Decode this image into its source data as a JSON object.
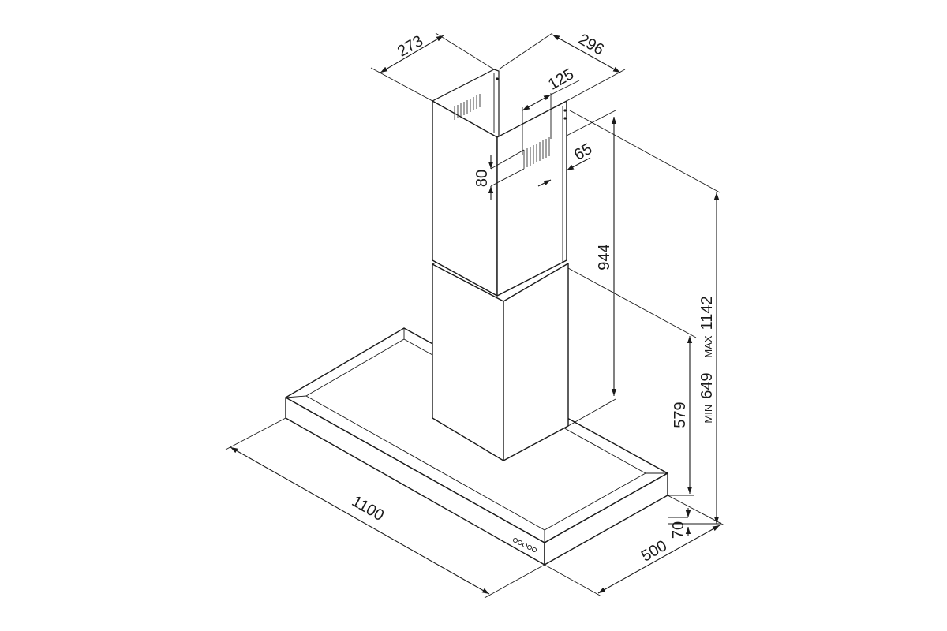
{
  "dimensions": {
    "chimney_width": "273",
    "chimney_depth": "296",
    "vent_width": "125",
    "vent_height": "80",
    "vent_offset": "65",
    "upper_chimney": "944",
    "lower_chimney": "579",
    "height_prefix_min": "MIN",
    "height_min_value": "649",
    "height_separator": "– MAX",
    "height_max_value": "1142",
    "canopy_height": "70",
    "canopy_width": "1100",
    "canopy_depth": "500"
  },
  "colors": {
    "line": "#1a1a1a",
    "background": "#ffffff"
  }
}
